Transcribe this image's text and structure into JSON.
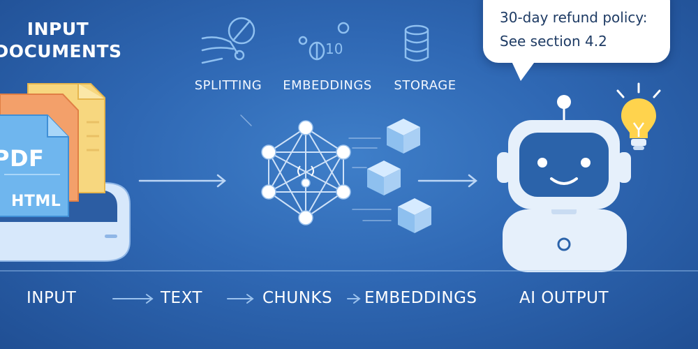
{
  "diagram": {
    "input_title": [
      "INPUT",
      "DOCUMENTS"
    ],
    "doc_labels": [
      "PDF",
      "HTML"
    ],
    "steps": [
      {
        "label": "SPLITTING",
        "icon": "scissors-icon"
      },
      {
        "label": "EMBEDDINGS",
        "icon": "vector-digits-icon"
      },
      {
        "label": "STORAGE",
        "icon": "database-icon"
      }
    ],
    "embedding_digits": "10",
    "bubble_text": [
      "30-day refund policy:",
      "See section 4.2"
    ],
    "pipeline": [
      "INPUT",
      "TEXT",
      "CHUNKS",
      "EMBEDDINGS",
      "AI OUTPUT"
    ],
    "colors": {
      "background": "#2f68b4",
      "line": "#bcd6f5",
      "node": "#ffffff",
      "cube": "#a9cff4",
      "bulb": "#ffd34d",
      "robot_face": "#2b63aa"
    }
  }
}
